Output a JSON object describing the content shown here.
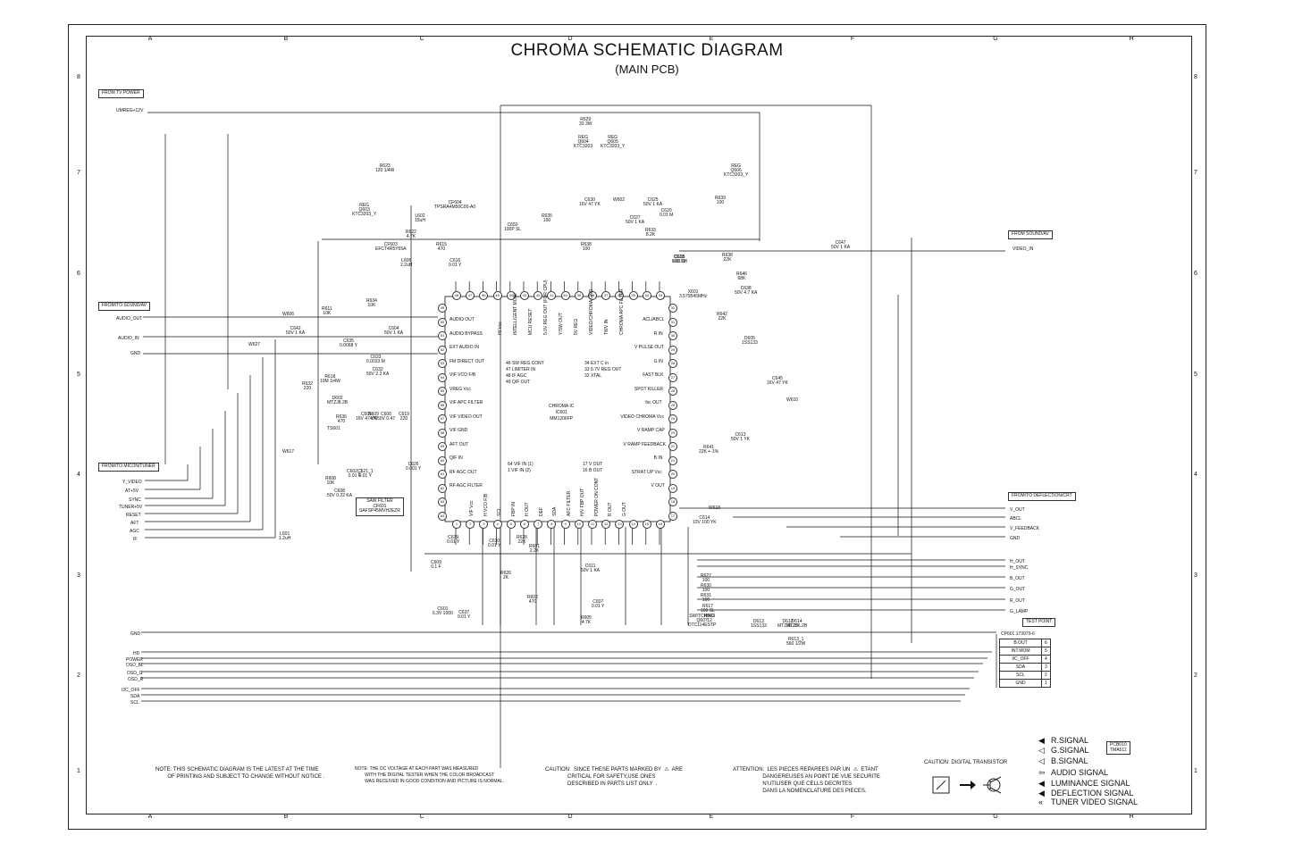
{
  "title": "CHROMA SCHEMATIC DIAGRAM",
  "subtitle": "(MAIN PCB)",
  "columns": [
    "A",
    "B",
    "C",
    "D",
    "E",
    "F",
    "G",
    "H"
  ],
  "rows": [
    "8",
    "7",
    "6",
    "5",
    "4",
    "3",
    "2",
    "1"
  ],
  "blocks": {
    "from_tv_power": "FROM TV POWER",
    "from_to_sound_av_left": "FROM/TO SOUND/AV",
    "from_to_micon_tuner": "FROM/TO MICON/TUNER",
    "from_sound_av_right": "FROM SOUND/AV",
    "from_to_deflection_crt": "FROM/TO DEFLECTION/CRT",
    "test_point": "TEST POINT",
    "saw_filter": "SAW FILTER\nCF601\nSAFSP45MVH2EZR",
    "ic": "CHROMA IC\nIC601\nMM1206FP",
    "pcb_code": "PCB010\nTMA511"
  },
  "left_signals": {
    "umreg": "UMREG+12V",
    "audio_out": "AUDIO_OUT",
    "audio_in": "AUDIO_IN",
    "gnd1": "GND",
    "y_video": "Y_VIDEO",
    "at5": "AT+5V",
    "sync": "SYNC",
    "tuner": "TUNER+5V",
    "reset": "RESET",
    "aft": "AFT",
    "agc": "AGC",
    "if": "IF",
    "gnd2": "GND",
    "hd": "HD",
    "power": "POWER",
    "osd_bl": "OSD_BL",
    "osd_g": "OSD_G",
    "osd_r": "OSD_R",
    "i2c_off": "I2C_OFF",
    "sda": "SDA",
    "scl": "SCL"
  },
  "right_signals": {
    "video_in": "VIDEO_IN",
    "v_out": "V_OUT",
    "abcl": "ABCL",
    "v_feedback": "V_FEEDBACK",
    "gnd": "GND",
    "h_out": "H_OUT",
    "h_sync": "H_SYNC",
    "b_out": "B_OUT",
    "g_out": "G_OUT",
    "r_out": "R_OUT",
    "g_lamp": "G_LAMP"
  },
  "test_points": {
    "header": "CP601    173979-6",
    "rows": [
      {
        "name": "B.OUT",
        "pin": "6"
      },
      {
        "name": "INT.MOM",
        "pin": "5"
      },
      {
        "name": "IIC_OFF",
        "pin": "4"
      },
      {
        "name": "SDA",
        "pin": "3"
      },
      {
        "name": "SCL",
        "pin": "2"
      },
      {
        "name": "GND",
        "pin": "1"
      }
    ]
  },
  "ic_pins_top": [
    "48",
    "47",
    "46",
    "45",
    "44",
    "43",
    "42",
    "41",
    "40",
    "39",
    "38",
    "37",
    "36",
    "35",
    "34",
    "33"
  ],
  "ic_pins_left": [
    "49",
    "50",
    "51",
    "52",
    "53",
    "54",
    "55",
    "56",
    "57",
    "58",
    "59",
    "60",
    "61",
    "62",
    "63",
    "64"
  ],
  "ic_pins_right": [
    "32",
    "31",
    "30",
    "29",
    "28",
    "27",
    "26",
    "25",
    "24",
    "23",
    "22",
    "21",
    "20",
    "19",
    "18",
    "17"
  ],
  "ic_pins_bottom": [
    "1",
    "2",
    "3",
    "4",
    "5",
    "6",
    "7",
    "8",
    "9",
    "10",
    "11",
    "12",
    "13",
    "14",
    "15",
    "16"
  ],
  "ic_left_labels": [
    "AUDIO OUT",
    "AUDIO BYPASS",
    "EXT AUDIO IN",
    "FM DIRECT OUT",
    "VIF VCO F/B",
    "VREG Vcc",
    "VIF APC FILTER",
    "VIF VIDEO OUT",
    "VIF GND",
    "AFT OUT",
    "QIF IN",
    "RF AGC OUT",
    "RF AGC FILTER"
  ],
  "ic_right_labels": [
    "ACL/ABCL",
    "R IN",
    "V PULSE OUT",
    "G IN",
    "FAST BLK",
    "SPOT KILLER",
    "fsc OUT",
    "VIDEO CHROMA Vcc",
    "V RAMP CAP",
    "V RAMP FEEDBACK",
    "B IN",
    "STRAT UP Vcc",
    "V OUT"
  ],
  "ic_top_labels": [
    "HI Vcc",
    "INTELLIGENT MONI",
    "MCU RESET",
    "5.0V REG OUT (FOR CPU)",
    "Y/SW OUT",
    "5V REG",
    "VIDEO/CHROMA GND",
    "TWV IN",
    "CHROMA APC FILTER"
  ],
  "ic_bottom_labels": [
    "VIF Vcc",
    "H VCO F/B",
    "SCL",
    "FBP IN",
    "H OUT",
    "DEF",
    "SDA",
    "AFC FILTER",
    "H/V FBP OUT",
    "POWER ON CONT",
    "R OUT",
    "G OUT"
  ],
  "ic_inner_text_left": "46 SW REG CONT\n47 LIMITER IN\n48 IF AGC\n49 QIF OUT",
  "ic_inner_text_right": "34 EXT C in\n33 6.7V REG OUT\n32 XTAL",
  "ic_inner_bottom_left": "64 VIF IN (1)\n1 VIF IN (2)",
  "ic_inner_bottom_right": "17 V OUT\n16 B OUT",
  "components": [
    "R623\n120 1/4W",
    "REG\nQ603\nKTC3203_Y",
    "CF604\nTPSRA4M50C00-A0",
    "L602\n15uH",
    "CF603\nEFCT4R5Y55A",
    "R615\n470",
    "L606\n2.2uH",
    "C616\n0.01 Y",
    "R622\n4.7K",
    "R634\n10K",
    "R611\n10K",
    "W606",
    "C642\n50V 1 KA",
    "W627",
    "C635\n0.0068 Y",
    "C604\n50V 1 KA",
    "C633\n0.0033 M",
    "C632\n50V 2.2 KA",
    "R618\n10M 1/4W",
    "R632\n220",
    "D602\nMTZJ8.2B",
    "R636\n470",
    "C605\n16V 47 YK",
    "R609\n470",
    "C606\n50V 0.47",
    "C619\n220",
    "TS601",
    "W617",
    "C621_1\n0.01 Y",
    "C626\n0.001 Y",
    "C602_1\n0.01 F",
    "R608\n10K",
    "C608\n50V 0.22 KA",
    "L601\n1.2uH",
    "REG\nQ604\nKTC3203",
    "REG\nQ605\nKTC3203_Y",
    "R629\n33 3W",
    "C650\n100P SL",
    "R635\n100",
    "C630\n16V 47 YK",
    "R638\n100",
    "W602",
    "C627\n50V 1 KA",
    "C625\n50V 1 KA",
    "C620\n0.01 M",
    "R633\n8.2K",
    "C618\n0.01 M",
    "REG\nQ606\nKTC3203_Y",
    "R639\n100",
    "X601\n3.579545MHz",
    "C615\n100 CH",
    "R638\n22K",
    "R646\n68K",
    "C638\n50V 4.7 KA",
    "R642\n22K",
    "D605\n1SS133",
    "C647\n50V 1 KA",
    "C645\n16V 47 YK",
    "W610",
    "C613\n50V 1 YK",
    "R641\n22K +-1%",
    "W618",
    "C614\n10V 100 YK",
    "C609\n0.1 F",
    "C639\n0.01 Y",
    "C610\n0.01 Y",
    "R626\n2K",
    "R601\n2.2K",
    "R628\n22K",
    "R602\n470",
    "C601\n6.3V 1000",
    "C637\n0.01 Y",
    "C611\n50V 1 KA",
    "C607\n0.01 Y",
    "R605\n4.7K",
    "R627\n100",
    "R630\n100",
    "R631\n100",
    "R617\n100 SL",
    "R603\n12",
    "SWITCHING\nQ607\nDTC114ESTP",
    "R613_1\n560 1/2W",
    "D613\n1SS133",
    "D612\nMTZJ6.2B",
    "D614\nMTZJ6.2B"
  ],
  "notes": {
    "note1": "NOTE: THIS SCHEMATIC DIAGRAM IS THE LATEST AT THE TIME\n        OF PRINTING AND SUBJECT TO CHANGE WITHOUT NOTICE .",
    "note2": "NOTE: THE DC VOLTAGE AT EACH PART WAS MEASURED\n        WITH THE DIGITAL TESTER WHEN THE COLOR BROADCAST\n        WAS RECEIVED IN GOOD CONDITION AND PICTURE IS NORMAL.",
    "caution": "CAUTION:  SINCE THESE PARTS MARKED BY  ⚠  ARE\n               CRITICAL FOR SAFETY,USE ONES\n               DESCRIBED IN PARTS LIST ONLY  .",
    "attention": "ATTENTION:  LES PIECES REPAREES PAR UN  ⚠  ETANT\n                    DANGEREUSES AN POINT DE VUE SECURITE\n                    N'UTILISER QUE CELLS DECRITES\n                    DANS LA NOMENCLATURE DES PIECES.",
    "digital_transistor": "CAUTION: DIGITAL TRANSISTOR"
  },
  "legend": [
    {
      "label": "R.SIGNAL",
      "glyph": "◀"
    },
    {
      "label": "G.SIGNAL",
      "glyph": "◁"
    },
    {
      "label": "B.SIGNAL",
      "glyph": "◁"
    },
    {
      "label": "AUDIO SIGNAL",
      "glyph": "⇦"
    },
    {
      "label": "LUMINANCE SIGNAL",
      "glyph": "◀"
    },
    {
      "label": "DEFLECTION SIGNAL",
      "glyph": "◀"
    },
    {
      "label": "TUNER VIDEO SIGNAL",
      "glyph": "«"
    }
  ]
}
